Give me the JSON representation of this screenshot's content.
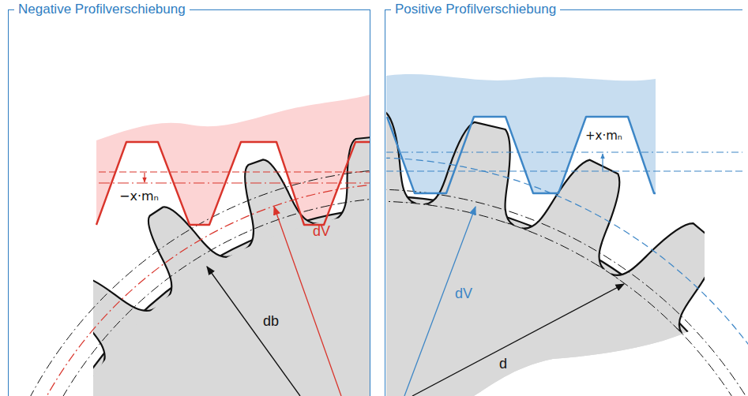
{
  "diagram": {
    "nodes": [
      {
        "text": [
          "Negative Profilverschiebung"
        ]
      },
      {
        "text": [
          "Positive Profilverschiebung"
        ]
      }
    ],
    "labels": [
      "−x·mₙ",
      "db",
      "dV",
      "+x·mₙ",
      "dV",
      "d"
    ]
  }
}
